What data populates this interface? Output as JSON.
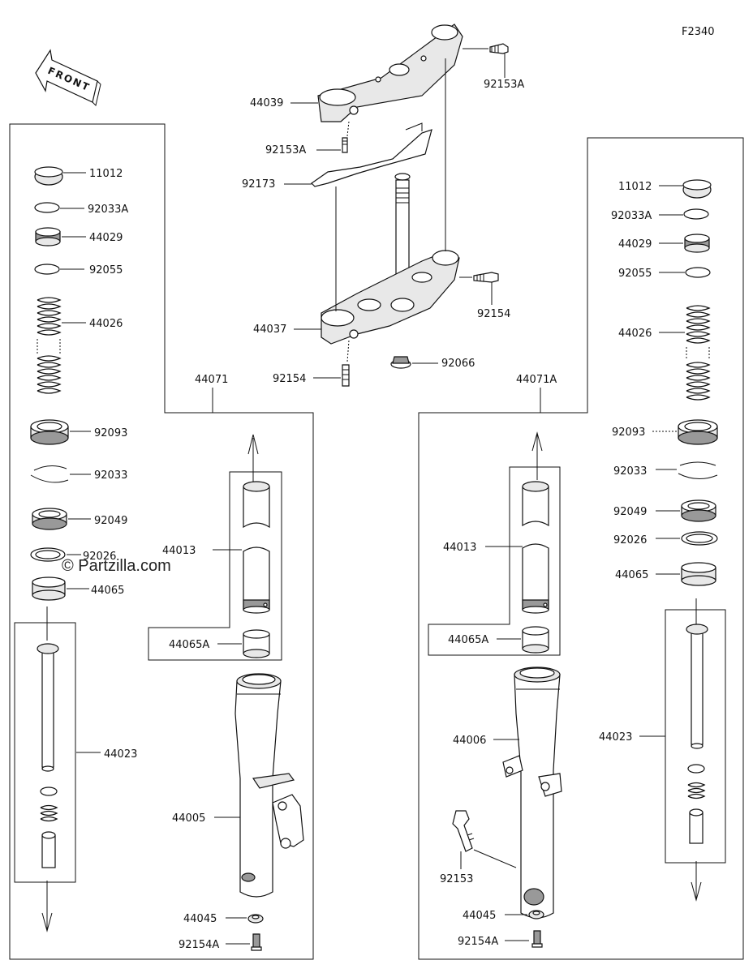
{
  "figure_code": "F2340",
  "front_label": "FRONT",
  "watermark": "© Partzilla.com",
  "assembly_labels": {
    "left": "44071",
    "right": "44071A"
  },
  "parts": {
    "top_clamp": "44039",
    "bolt_top_right": "92153A",
    "bolt_top_left": "92153A",
    "plate": "92173",
    "stem_clamp": "44037",
    "bolt_stem_right": "92154",
    "bolt_stem_left": "92154",
    "stem_nut": "92066",
    "left_cap": "11012",
    "left_oring_a": "92033A",
    "left_plug": "44029",
    "left_oring": "92055",
    "left_spring": "44026",
    "left_seal": "92093",
    "left_clip": "92033",
    "left_oilseal": "92049",
    "left_washer": "92026",
    "left_bushing": "44065",
    "left_inner_tube": "44013",
    "left_bushing_a": "44065A",
    "left_damper": "44023",
    "left_outer_tube": "44005",
    "left_gasket": "44045",
    "left_bolt_bottom": "92154A",
    "right_cap": "11012",
    "right_oring_a": "92033A",
    "right_plug": "44029",
    "right_oring": "92055",
    "right_spring": "44026",
    "right_seal": "92093",
    "right_clip": "92033",
    "right_oilseal": "92049",
    "right_washer": "92026",
    "right_bushing": "44065",
    "right_inner_tube": "44013",
    "right_bushing_a": "44065A",
    "right_outer_tube": "44006",
    "right_damper": "44023",
    "right_bolt": "92153",
    "right_gasket": "44045",
    "right_bolt_bottom": "92154A"
  }
}
